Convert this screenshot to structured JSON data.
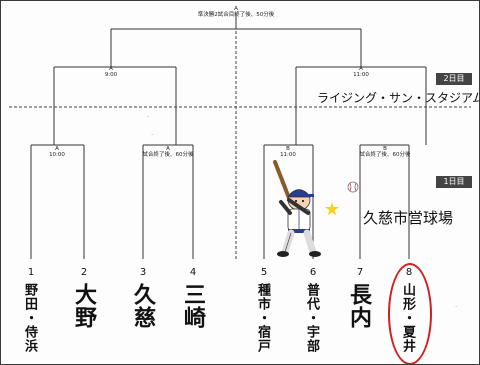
{
  "bracket": {
    "final": {
      "letter": "A",
      "time": "準決勝2試合目終了後、50分後"
    },
    "semis": [
      {
        "letter": "A",
        "time": "9:00"
      },
      {
        "letter": "A",
        "time": "11:00"
      }
    ],
    "quarters": [
      {
        "letter": "A",
        "time": "10:00"
      },
      {
        "letter": "A",
        "time": "試合終了後、60分後"
      },
      {
        "letter": "B",
        "time": "11:00"
      },
      {
        "letter": "B",
        "time": "試合終了後、60分後"
      }
    ]
  },
  "days": {
    "day2": {
      "badge": "2日目",
      "venue": "ライジング・サン・スタジアム"
    },
    "day1": {
      "badge": "1日目",
      "venue": "久慈市営球場"
    }
  },
  "teams": [
    {
      "num": "1",
      "name": "野田・侍浜"
    },
    {
      "num": "2",
      "name": "大野"
    },
    {
      "num": "3",
      "name": "久慈"
    },
    {
      "num": "4",
      "name": "三崎"
    },
    {
      "num": "5",
      "name": "種市・宿戸"
    },
    {
      "num": "6",
      "name": "普代・宇部"
    },
    {
      "num": "7",
      "name": "長内"
    },
    {
      "num": "8",
      "name": "山形・夏井"
    }
  ],
  "highlight_color": "#d61e1e"
}
